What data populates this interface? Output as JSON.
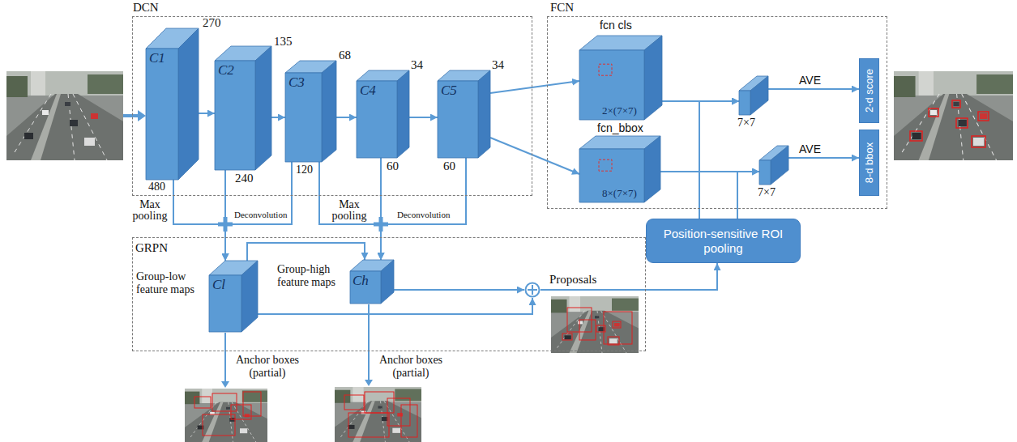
{
  "diagram": {
    "nodes": [
      {
        "text": [
          "DCN"
        ]
      },
      {
        "text": [
          "C1"
        ],
        "in": 0
      },
      {
        "text": [
          "C2"
        ],
        "in": 0
      },
      {
        "text": [
          "C3"
        ],
        "in": 0
      },
      {
        "text": [
          "C4"
        ],
        "in": 0
      },
      {
        "text": [
          "C5"
        ],
        "in": 0
      },
      {
        "text": [
          "FCN"
        ]
      },
      {
        "text": [
          "fcn cls",
          "2×(7×7)"
        ],
        "in": 6
      },
      {
        "text": [
          "7×7"
        ],
        "in": 6
      },
      {
        "text": [
          "2-d score"
        ],
        "in": 6
      },
      {
        "text": [
          "fcn_bbox",
          "8×(7×7)"
        ],
        "in": 6
      },
      {
        "text": [
          "7×7"
        ],
        "in": 6
      },
      {
        "text": [
          "8-d bbox"
        ],
        "in": 6
      },
      {
        "text": [
          "Position-sensitive ROI pooling"
        ]
      },
      {
        "text": [
          "GRPN"
        ]
      },
      {
        "text": [
          "Group-low feature maps",
          "Cl"
        ],
        "in": 14
      },
      {
        "text": [
          "Group-high feature maps",
          "Ch"
        ],
        "in": 14
      },
      {
        "text": [
          "Proposals"
        ],
        "in": 14
      }
    ],
    "edges": [
      {
        "from": 1,
        "to": 2,
        "arrow": "to"
      },
      {
        "from": 2,
        "to": 3,
        "arrow": "to"
      },
      {
        "from": 3,
        "to": 4,
        "arrow": "to"
      },
      {
        "from": 4,
        "to": 5,
        "arrow": "to"
      },
      {
        "from": 5,
        "to": 7,
        "arrow": "to"
      },
      {
        "from": 5,
        "to": 10,
        "arrow": "to"
      },
      {
        "from": 7,
        "to": 8,
        "arrow": "to"
      },
      {
        "from": 8,
        "to": 9,
        "label": "AVE",
        "arrow": "to"
      },
      {
        "from": 10,
        "to": 11,
        "arrow": "to"
      },
      {
        "from": 11,
        "to": 12,
        "label": "AVE",
        "arrow": "to"
      },
      {
        "from": 1,
        "to": 15,
        "label": "Max pooling",
        "arrow": "to"
      },
      {
        "from": 2,
        "to": 15,
        "arrow": "to"
      },
      {
        "from": 3,
        "to": 15,
        "label": "Deconvolution",
        "arrow": "to"
      },
      {
        "from": 3,
        "to": 16,
        "label": "Max pooling",
        "arrow": "to"
      },
      {
        "from": 4,
        "to": 16,
        "arrow": "to"
      },
      {
        "from": 5,
        "to": 16,
        "label": "Deconvolution",
        "arrow": "to"
      },
      {
        "from": 15,
        "to": 16,
        "arrow": "to"
      },
      {
        "from": 15,
        "to": 17,
        "arrow": "to"
      },
      {
        "from": 16,
        "to": 17,
        "arrow": "to"
      },
      {
        "from": 17,
        "to": 13,
        "arrow": "to"
      },
      {
        "from": 13,
        "to": 8,
        "arrow": "to"
      },
      {
        "from": 13,
        "to": 11,
        "arrow": "to"
      }
    ],
    "labels": [
      "270",
      "480",
      "135",
      "240",
      "68",
      "120",
      "34",
      "60",
      "34",
      "60",
      "Anchor boxes (partial)",
      "Anchor boxes (partial)"
    ]
  }
}
